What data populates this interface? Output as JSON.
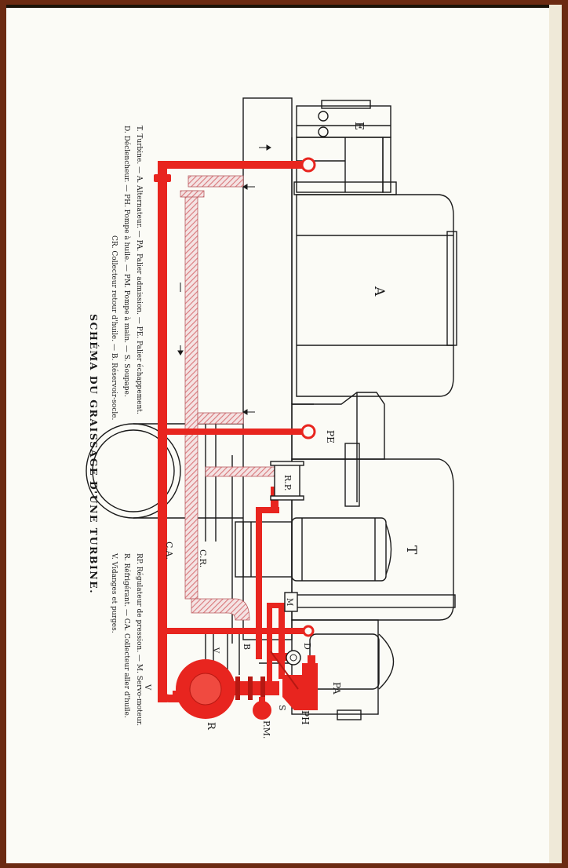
{
  "title": "SCHÉMA DU GRAISSAGE D'UNE TURBINE.",
  "legend_left": [
    "T. Turbine. — A. Alternateur. — PA. Palier admission. — PE. Palier échappement.",
    "D. Déclencheur. — PH. Pompe à huile. — PM. Pompe à main. — S. Soupape.",
    "CR. Collecteur retour d'huile. — B. Réservoir-socle."
  ],
  "legend_right": [
    "RP. Régulateur de pression. — M. Servo-moteur.",
    "R. Réfrigérant. — CA. Collecteur aller d'huile.",
    "V. Vidanges et purges."
  ],
  "labels": {
    "E": "E",
    "A": "A",
    "PE": "PE",
    "RP": "R.P.",
    "T": "T",
    "M": "M",
    "PA": "PA",
    "D": "D",
    "PH": "PH",
    "PM": "P.M.",
    "R": "R",
    "CR": "C.R.",
    "CA": "C.A.",
    "B": "B",
    "S": "S",
    "V1": "V",
    "V2": "V"
  },
  "colors": {
    "oil_supply": "#e8251f",
    "oil_return_hatch": "#d9777a",
    "paper": "#fbfbf6",
    "ink": "#1a1a1a",
    "cover": "#6b2a12"
  }
}
